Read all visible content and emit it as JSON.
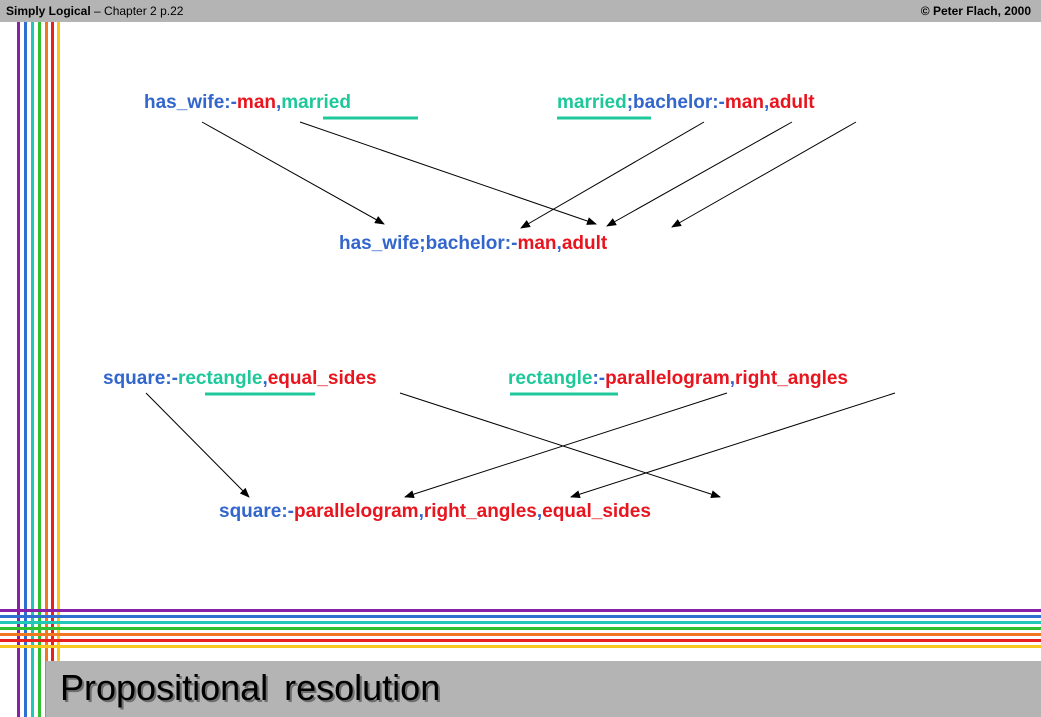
{
  "header": {
    "book": "Simply Logical",
    "chapter": " – Chapter 2  p.22",
    "copyright": "© Peter Flach, 2000"
  },
  "footer": {
    "title": "Propositional resolution"
  },
  "colors": {
    "head": "#3366cc",
    "body": "#e8141e",
    "resolved": "#1ec89a"
  },
  "diagram": {
    "ex1": {
      "clause1": {
        "t1": "has_wife",
        "t2": ":-",
        "t3": "man",
        "t4": ",",
        "t5": "married"
      },
      "clause2": {
        "t1": "married",
        "t2": ";",
        "t3": "bachelor",
        "t4": ":-",
        "t5": "man",
        "t6": ",",
        "t7": "adult"
      },
      "resolvent": {
        "t1": "has_wife",
        "t2": ";",
        "t3": "bachelor",
        "t4": ":-",
        "t5": "man",
        "t6": ",",
        "t7": "adult"
      }
    },
    "ex2": {
      "clause1": {
        "t1": "square",
        "t2": ":-",
        "t3": "rectangle",
        "t4": ",",
        "t5": "equal_sides"
      },
      "clause2": {
        "t1": "rectangle",
        "t2": ":-",
        "t3": "parallelogram",
        "t4": ",",
        "t5": "right_angles"
      },
      "resolvent": {
        "t1": "square",
        "t2": ":-",
        "t3": "parallelogram",
        "t4": ",",
        "t5": "right_angles",
        "t6": ",",
        "t7": "equal_sides"
      }
    }
  }
}
